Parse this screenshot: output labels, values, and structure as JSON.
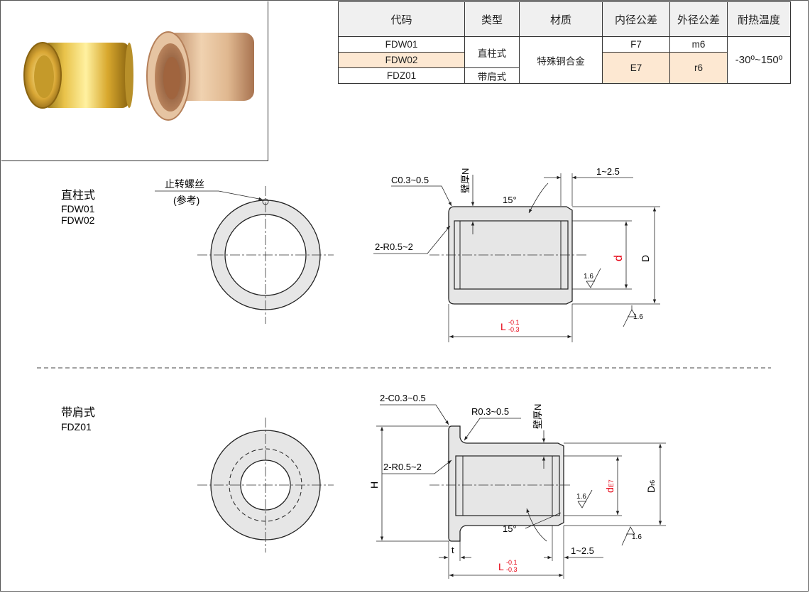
{
  "table": {
    "headers": [
      "代码",
      "类型",
      "材质",
      "内径公差",
      "外径公差",
      "耐热温度"
    ],
    "codes": [
      "FDW01",
      "FDW02",
      "FDZ01"
    ],
    "type_straight": "直柱式",
    "type_flange": "带肩式",
    "material": "特殊铜合金",
    "inner_tol_1": "F7",
    "inner_tol_2": "E7",
    "outer_tol_1": "m6",
    "outer_tol_2": "r6",
    "heat": "-30º~150º"
  },
  "section1": {
    "title": "直柱式",
    "code1": "FDW01",
    "code2": "FDW02",
    "screw_label": "止转螺丝",
    "screw_ref": "(参考)",
    "chamfer": "C0.3~0.5",
    "wall": "壁厚N",
    "angle": "15°",
    "len_range": "1~2.5",
    "radius": "2-R0.5~2",
    "d": "d",
    "D": "D",
    "rough1": "1.6",
    "rough2": "1.6",
    "L": "L",
    "L_upper": "-0.1",
    "L_lower": "-0.3"
  },
  "section2": {
    "title": "带肩式",
    "code": "FDZ01",
    "chamfer": "2-C0.3~0.5",
    "r_small": "R0.3~0.5",
    "wall": "壁厚N",
    "radius": "2-R0.5~2",
    "H": "H",
    "d": "d",
    "d_sub": "E7",
    "D": "D",
    "D_sub": "r6",
    "rough1": "1.6",
    "rough2": "1.6",
    "angle": "15°",
    "t": "t",
    "len_range": "1~2.5",
    "L": "L",
    "L_upper": "-0.1",
    "L_lower": "-0.3"
  },
  "colors": {
    "red": "#e60012",
    "part_fill": "#e6e6e6",
    "highlight": "#fde8d2"
  }
}
